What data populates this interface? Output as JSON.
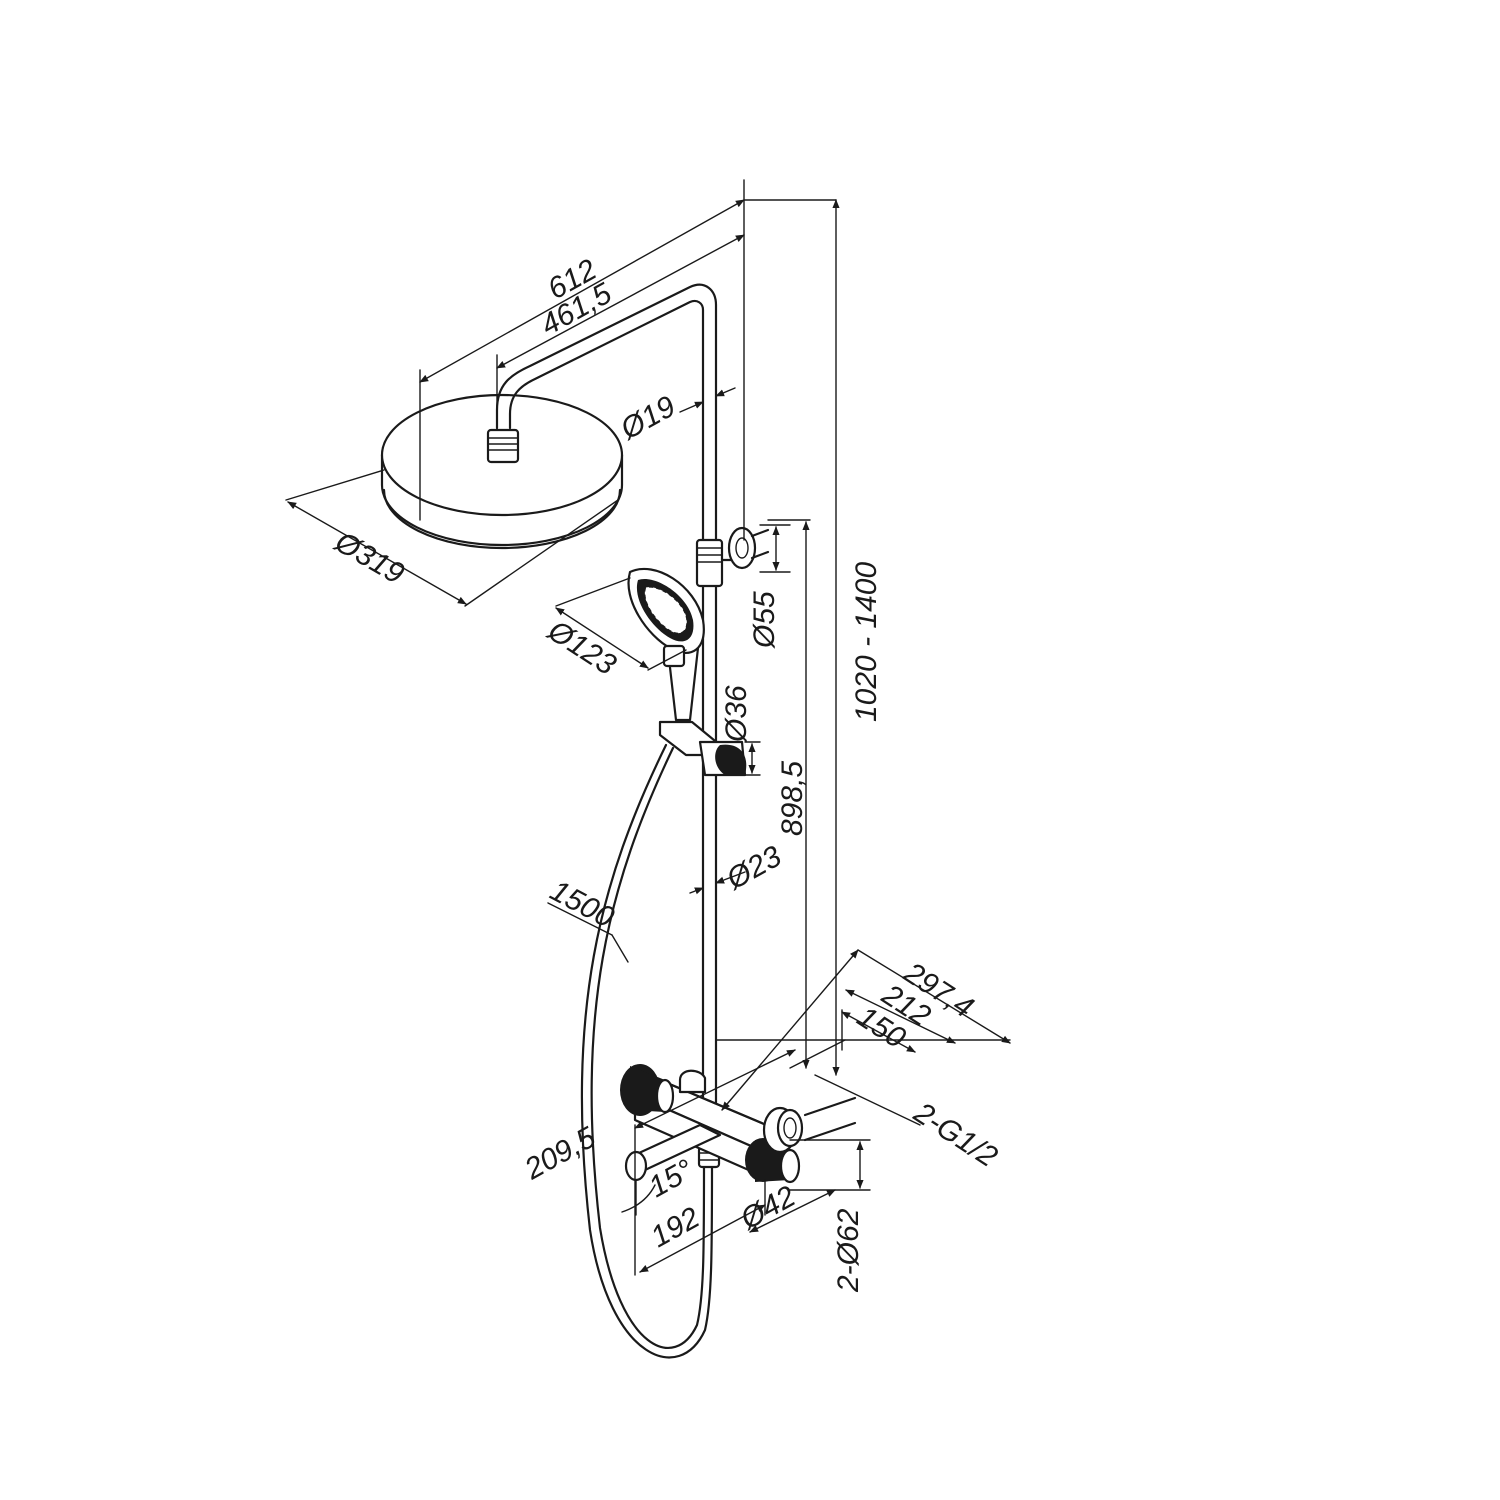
{
  "colors": {
    "ink": "#1a1a1a",
    "background": "#ffffff"
  },
  "dimensions": {
    "d612": "612",
    "d461_5": "461,5",
    "d19": "Ø19",
    "d319": "Ø319",
    "d123": "Ø123",
    "d55": "Ø55",
    "d1020_1400": "1020 - 1400",
    "d36": "Ø36",
    "d898_5": "898,5",
    "d23": "Ø23",
    "d1500": "1500",
    "d297_4": "297,4",
    "d212": "212",
    "d150": "150",
    "d2_g1_2": "2-G1/2",
    "d209_5": "209,5",
    "d15deg": "15°",
    "d192": "192",
    "d42": "Ø42",
    "d2_62": "2-Ø62"
  }
}
